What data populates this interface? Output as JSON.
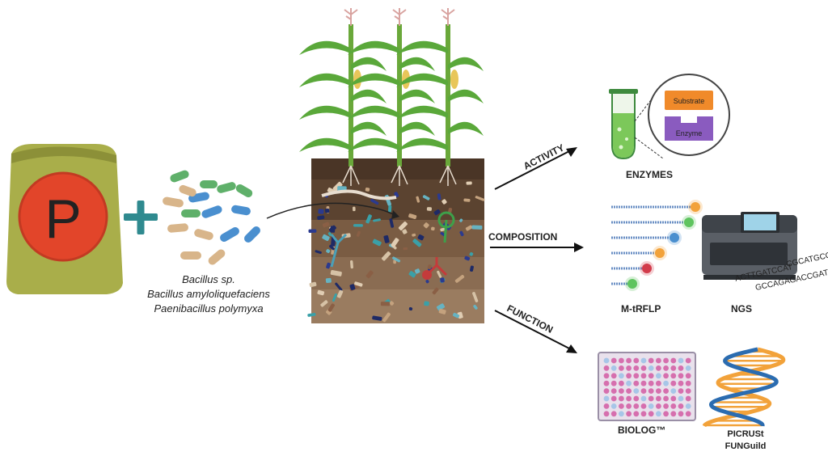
{
  "fertilizer": {
    "symbol": "P"
  },
  "inoculant": {
    "species": [
      "Bacillus sp.",
      "Bacillus amyloliquefaciens",
      "Paenibacillus polymyxa"
    ]
  },
  "arrows": {
    "activity": "ACTIVITY",
    "composition": "COMPOSITION",
    "function": "FUNCTION"
  },
  "methods": {
    "enzymes": "ENZYMES",
    "substrate": "Substrate",
    "enzyme": "Enzyme",
    "mtrflp": "M-tRFLP",
    "ngs": "NGS",
    "ngs_seq": "ACTTGATCCATGCCAGAGACCGATACGCATGCGCAT",
    "biolog": "BIOLOG™",
    "picrust": "PICRUSt",
    "funguild": "FUNGuild"
  },
  "colors": {
    "bag": "#a9ae4a",
    "bag_dark": "#8c9038",
    "p_circle": "#e2452a",
    "plus": "#2f8a8f",
    "soil_top": "#5a4230",
    "soil_mid": "#8a6a4e",
    "plant": "#5aa83a",
    "arrow": "#111111",
    "substrate": "#f08a2a",
    "enzyme": "#8a5bbf",
    "tube_liquid": "#7cc85a",
    "biolog_well": "#d66fae",
    "dna_orange": "#f2a23a",
    "dna_blue": "#2b6cb0",
    "dna_red": "#d23b2b"
  }
}
